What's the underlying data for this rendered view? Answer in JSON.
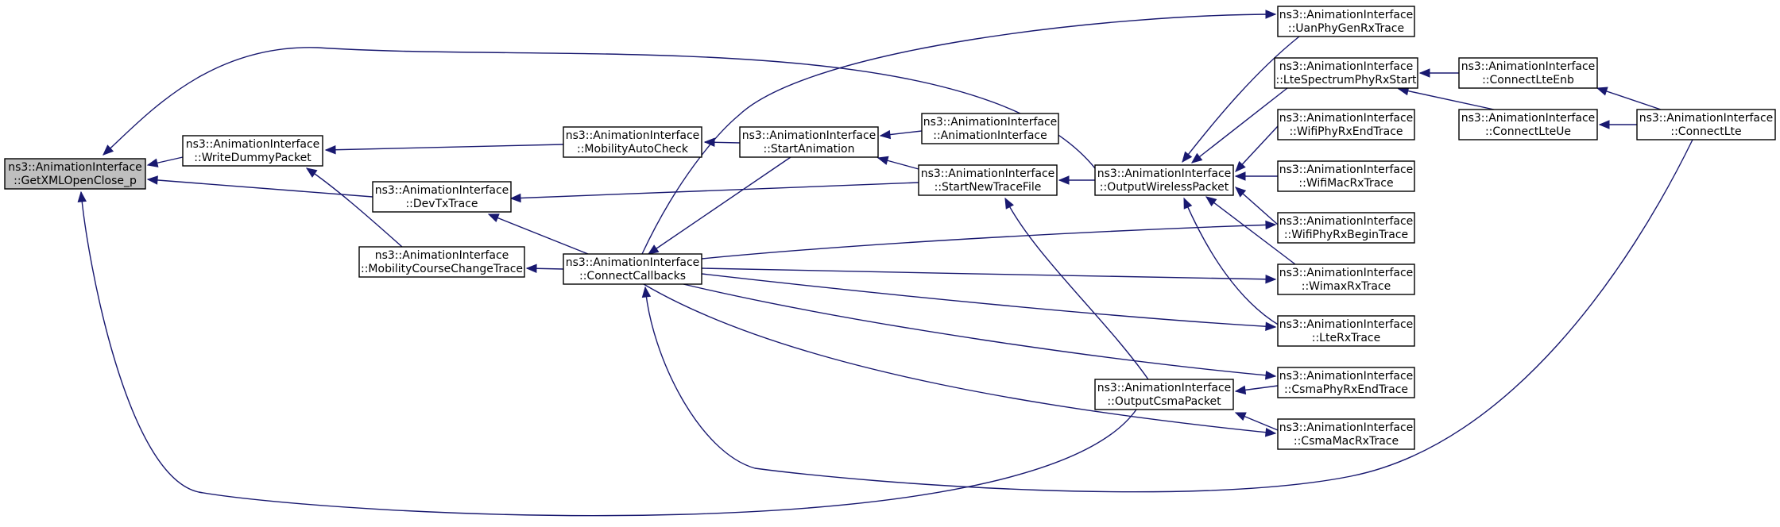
{
  "nodes": [
    {
      "id": "getxml",
      "name": "node-getxmlopenclose",
      "lines": [
        "ns3::AnimationInterface",
        "::GetXMLOpenClose_p"
      ],
      "root": true
    },
    {
      "id": "writedummy",
      "name": "node-writedummypacket",
      "lines": [
        "ns3::AnimationInterface",
        "::WriteDummyPacket"
      ]
    },
    {
      "id": "devtx",
      "name": "node-devtxtrace",
      "lines": [
        "ns3::AnimationInterface",
        "::DevTxTrace"
      ]
    },
    {
      "id": "mobilitycourse",
      "name": "node-mobilitycoursechangetrace",
      "lines": [
        "ns3::AnimationInterface",
        "::MobilityCourseChangeTrace"
      ]
    },
    {
      "id": "mobilityauto",
      "name": "node-mobilityautocheck",
      "lines": [
        "ns3::AnimationInterface",
        "::MobilityAutoCheck"
      ]
    },
    {
      "id": "connectcb",
      "name": "node-connectcallbacks",
      "lines": [
        "ns3::AnimationInterface",
        "::ConnectCallbacks"
      ]
    },
    {
      "id": "startanim",
      "name": "node-startanimation",
      "lines": [
        "ns3::AnimationInterface",
        "::StartAnimation"
      ]
    },
    {
      "id": "animiface",
      "name": "node-animationinterface",
      "lines": [
        "ns3::AnimationInterface",
        "::AnimationInterface"
      ]
    },
    {
      "id": "startnew",
      "name": "node-startnewtracefile",
      "lines": [
        "ns3::AnimationInterface",
        "::StartNewTraceFile"
      ]
    },
    {
      "id": "outwireless",
      "name": "node-outputwirelesspacket",
      "lines": [
        "ns3::AnimationInterface",
        "::OutputWirelessPacket"
      ]
    },
    {
      "id": "outcsma",
      "name": "node-outputcsmapacket",
      "lines": [
        "ns3::AnimationInterface",
        "::OutputCsmaPacket"
      ]
    },
    {
      "id": "uanphy",
      "name": "node-uanphygenrxtrace",
      "lines": [
        "ns3::AnimationInterface",
        "::UanPhyGenRxTrace"
      ]
    },
    {
      "id": "ltespectrum",
      "name": "node-ltespectrumphyrxstart",
      "lines": [
        "ns3::AnimationInterface",
        "::LteSpectrumPhyRxStart"
      ]
    },
    {
      "id": "wifiphyend",
      "name": "node-wifiphyrxendtrace",
      "lines": [
        "ns3::AnimationInterface",
        "::WifiPhyRxEndTrace"
      ]
    },
    {
      "id": "wifimac",
      "name": "node-wifimacrxtrace",
      "lines": [
        "ns3::AnimationInterface",
        "::WifiMacRxTrace"
      ]
    },
    {
      "id": "wifiphybegin",
      "name": "node-wifiphyrxbegintrace",
      "lines": [
        "ns3::AnimationInterface",
        "::WifiPhyRxBeginTrace"
      ]
    },
    {
      "id": "wimax",
      "name": "node-wimaxrxtrace",
      "lines": [
        "ns3::AnimationInterface",
        "::WimaxRxTrace"
      ]
    },
    {
      "id": "lterx",
      "name": "node-lterxtrace",
      "lines": [
        "ns3::AnimationInterface",
        "::LteRxTrace"
      ]
    },
    {
      "id": "csmaphyend",
      "name": "node-csmaphyrxendtrace",
      "lines": [
        "ns3::AnimationInterface",
        "::CsmaPhyRxEndTrace"
      ]
    },
    {
      "id": "csmamac",
      "name": "node-csmamacrxtrace",
      "lines": [
        "ns3::AnimationInterface",
        "::CsmaMacRxTrace"
      ]
    },
    {
      "id": "connectlteenb",
      "name": "node-connectlteenb",
      "lines": [
        "ns3::AnimationInterface",
        "::ConnectLteEnb"
      ]
    },
    {
      "id": "connectlteue",
      "name": "node-connectlteue",
      "lines": [
        "ns3::AnimationInterface",
        "::ConnectLteUe"
      ]
    },
    {
      "id": "connectlte",
      "name": "node-connectlte",
      "lines": [
        "ns3::AnimationInterface",
        "::ConnectLte"
      ]
    }
  ],
  "edges": [
    {
      "from": "writedummy",
      "to": "getxml"
    },
    {
      "from": "devtx",
      "to": "getxml"
    },
    {
      "from": "outwireless",
      "to": "getxml"
    },
    {
      "from": "outcsma",
      "to": "getxml"
    },
    {
      "from": "mobilityauto",
      "to": "writedummy"
    },
    {
      "from": "mobilitycourse",
      "to": "writedummy"
    },
    {
      "from": "connectcb",
      "to": "devtx"
    },
    {
      "from": "startnew",
      "to": "devtx"
    },
    {
      "from": "connectcb",
      "to": "mobilitycourse"
    },
    {
      "from": "startanim",
      "to": "mobilityauto"
    },
    {
      "from": "startanim",
      "to": "connectcb"
    },
    {
      "from": "startnew",
      "to": "startanim"
    },
    {
      "from": "animiface",
      "to": "startanim"
    },
    {
      "from": "outwireless",
      "to": "startnew"
    },
    {
      "from": "outcsma",
      "to": "startnew"
    },
    {
      "from": "uanphy",
      "to": "outwireless"
    },
    {
      "from": "ltespectrum",
      "to": "outwireless"
    },
    {
      "from": "wifiphyend",
      "to": "outwireless"
    },
    {
      "from": "wifimac",
      "to": "outwireless"
    },
    {
      "from": "wifiphybegin",
      "to": "outwireless"
    },
    {
      "from": "wimax",
      "to": "outwireless"
    },
    {
      "from": "lterx",
      "to": "outwireless"
    },
    {
      "from": "csmaphyend",
      "to": "outcsma"
    },
    {
      "from": "csmamac",
      "to": "outcsma"
    },
    {
      "from": "connectcb",
      "to": "uanphy"
    },
    {
      "from": "connectcb",
      "to": "wifiphybegin"
    },
    {
      "from": "connectcb",
      "to": "wimax"
    },
    {
      "from": "connectcb",
      "to": "lterx"
    },
    {
      "from": "connectcb",
      "to": "csmaphyend"
    },
    {
      "from": "connectcb",
      "to": "csmamac"
    },
    {
      "from": "connectlte",
      "to": "connectcb"
    },
    {
      "from": "connectlteenb",
      "to": "ltespectrum"
    },
    {
      "from": "connectlteue",
      "to": "ltespectrum"
    },
    {
      "from": "connectlte",
      "to": "connectlteenb"
    },
    {
      "from": "connectlte",
      "to": "connectlteue"
    }
  ],
  "colors": {
    "edge": "#191970",
    "root_fill": "#bfbfbf",
    "node_fill": "#ffffff",
    "node_border": "#000000"
  }
}
